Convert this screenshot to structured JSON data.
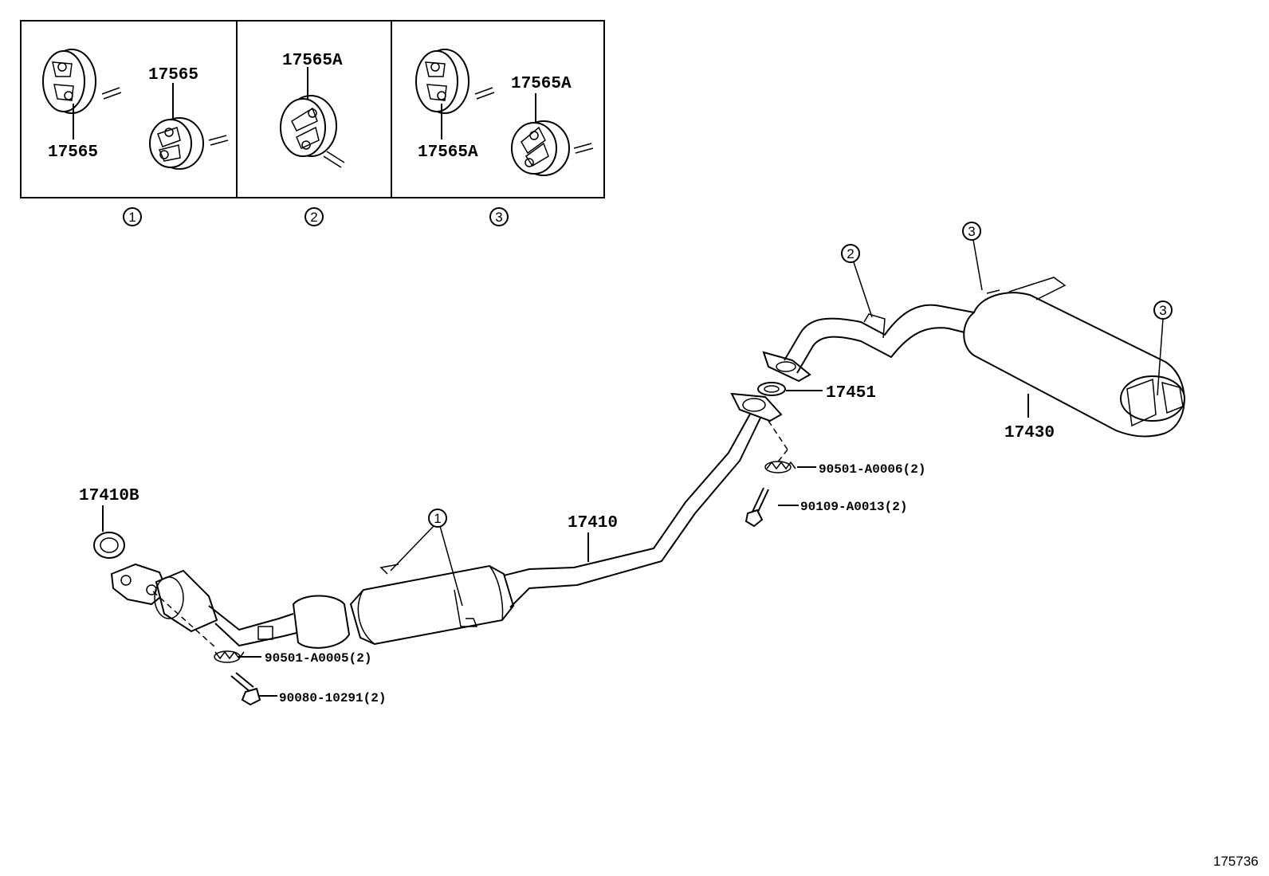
{
  "insets": [
    {
      "callout": "1",
      "labels": [
        "17565",
        "17565"
      ]
    },
    {
      "callout": "2",
      "labels": [
        "17565A"
      ]
    },
    {
      "callout": "3",
      "labels": [
        "17565A",
        "17565A"
      ]
    }
  ],
  "parts": {
    "front_gasket": "17410B",
    "exhaust_pipe": "17410",
    "pipe_gasket": "17451",
    "tailpipe_muffler": "17430",
    "spring_front": "90501-A0005(2)",
    "bolt_front": "90080-10291(2)",
    "spring_rear": "90501-A0006(2)",
    "bolt_rear": "90109-A0013(2)"
  },
  "callouts": {
    "hanger_mid": "1",
    "hanger_pipe": "2",
    "hanger_muffler_top": "3",
    "hanger_muffler_end": "3"
  },
  "figure_number": "175736"
}
